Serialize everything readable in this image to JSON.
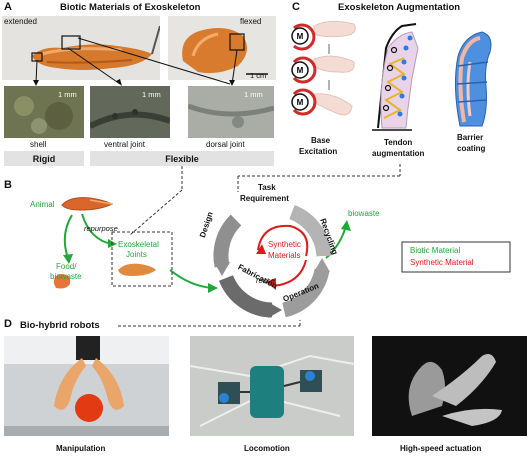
{
  "panelA": {
    "letter": "A",
    "title": "Biotic Materials of Exoskeleton",
    "extended": "extended",
    "flexed": "flexed",
    "scale_cm": "1 cm",
    "scale_mm1": "1 mm",
    "scale_mm2": "1 mm",
    "scale_mm3": "1 mm",
    "shell": "shell",
    "ventral": "ventral joint",
    "dorsal": "dorsal joint",
    "rigid": "Rigid",
    "flexible": "Flexible"
  },
  "panelB": {
    "letter": "B",
    "animal": "Animal",
    "repurpose": "repurpose",
    "food1": "Food/",
    "food2": "biowaste",
    "joints1": "Exoskeletal",
    "joints2": "Joints",
    "task1": "Task",
    "task2": "Requirement",
    "design": "Design",
    "fabrication": "Fabrication",
    "operation": "Operation",
    "recycling": "Recycling",
    "synthetic1": "Synthetic",
    "synthetic2": "Materials",
    "reuse": "reuse",
    "biowaste": "biowaste",
    "legend_biotic": "Biotic Material",
    "legend_synthetic": "Synthetic Material"
  },
  "panelC": {
    "letter": "C",
    "title": "Exoskeleton Augmentation",
    "motor": "M",
    "base1": "Base",
    "base2": "Excitation",
    "tendon1": "Tendon",
    "tendon2": "augmentation",
    "barrier1": "Barrier",
    "barrier2": "coating"
  },
  "panelD": {
    "letter": "D",
    "title": "Bio-hybrid robots",
    "manipulation": "Manipulation",
    "locomotion": "Locomotion",
    "actuation": "High-speed actuation"
  },
  "colors": {
    "biotic": "#22a83a",
    "synthetic": "#e01a1a",
    "cycle": "#9a9a9a"
  }
}
